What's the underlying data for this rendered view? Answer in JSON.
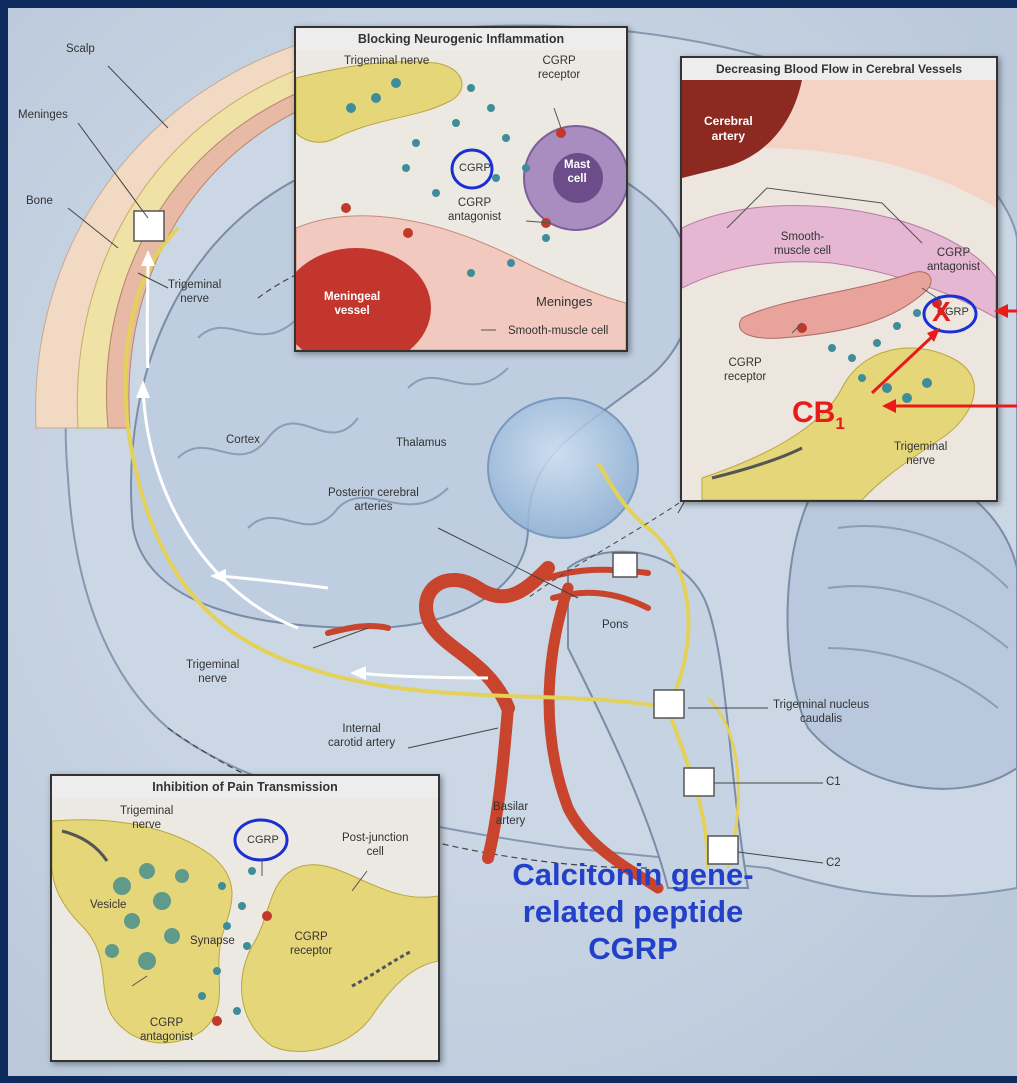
{
  "main_labels": {
    "scalp": "Scalp",
    "meninges": "Meninges",
    "bone": "Bone",
    "trigeminal_nerve_top": "Trigeminal\nnerve",
    "cortex": "Cortex",
    "thalamus": "Thalamus",
    "posterior_cerebral_arteries": "Posterior cerebral\narteries",
    "pons": "Pons",
    "trigeminal_nerve_mid": "Trigeminal\nnerve",
    "internal_carotid_artery": "Internal\ncarotid artery",
    "basilar_artery": "Basilar\nartery",
    "trigeminal_nucleus_caudalis": "Trigeminal nucleus\ncaudalis",
    "c1": "C1",
    "c2": "C2"
  },
  "inset_neurogenic": {
    "title": "Blocking Neurogenic Inflammation",
    "trigeminal_nerve": "Trigeminal nerve",
    "cgrp_receptor": "CGRP\nreceptor",
    "cgrp": "CGRP",
    "mast_cell": "Mast\ncell",
    "cgrp_antagonist": "CGRP\nantagonist",
    "meningeal_vessel": "Meningeal\nvessel",
    "meninges": "Meninges",
    "smooth_muscle_cell": "Smooth-muscle cell"
  },
  "inset_blood_flow": {
    "title": "Decreasing Blood Flow in Cerebral Vessels",
    "cerebral_artery": "Cerebral\nartery",
    "smooth_muscle_cell": "Smooth-\nmuscle cell",
    "cgrp_antagonist": "CGRP\nantagonist",
    "cgrp": "CGRP",
    "cgrp_receptor": "CGRP\nreceptor",
    "trigeminal_nerve": "Trigeminal\nnerve"
  },
  "inset_pain": {
    "title": "Inhibition of Pain Transmission",
    "trigeminal_nerve": "Trigeminal\nnerve",
    "cgrp": "CGRP",
    "post_junction_cell": "Post-junction\ncell",
    "vesicle": "Vesicle",
    "synapse": "Synapse",
    "cgrp_receptor": "CGRP\nreceptor",
    "cgrp_antagonist": "CGRP\nantagonist"
  },
  "annotations": {
    "x_mark": "X",
    "cb_label": "CB",
    "cb_subscript": "1"
  },
  "caption": {
    "line1": "Calcitonin gene-",
    "line2": "related peptide",
    "line3": "CGRP"
  },
  "colors": {
    "slide_border": "#0f2a5c",
    "caption_blue": "#2340c8",
    "annotation_red": "#e81a1a",
    "highlight_circle_blue": "#1a2fd6",
    "nerve_yellow": "#e3d15a",
    "artery_red": "#c8442c"
  }
}
